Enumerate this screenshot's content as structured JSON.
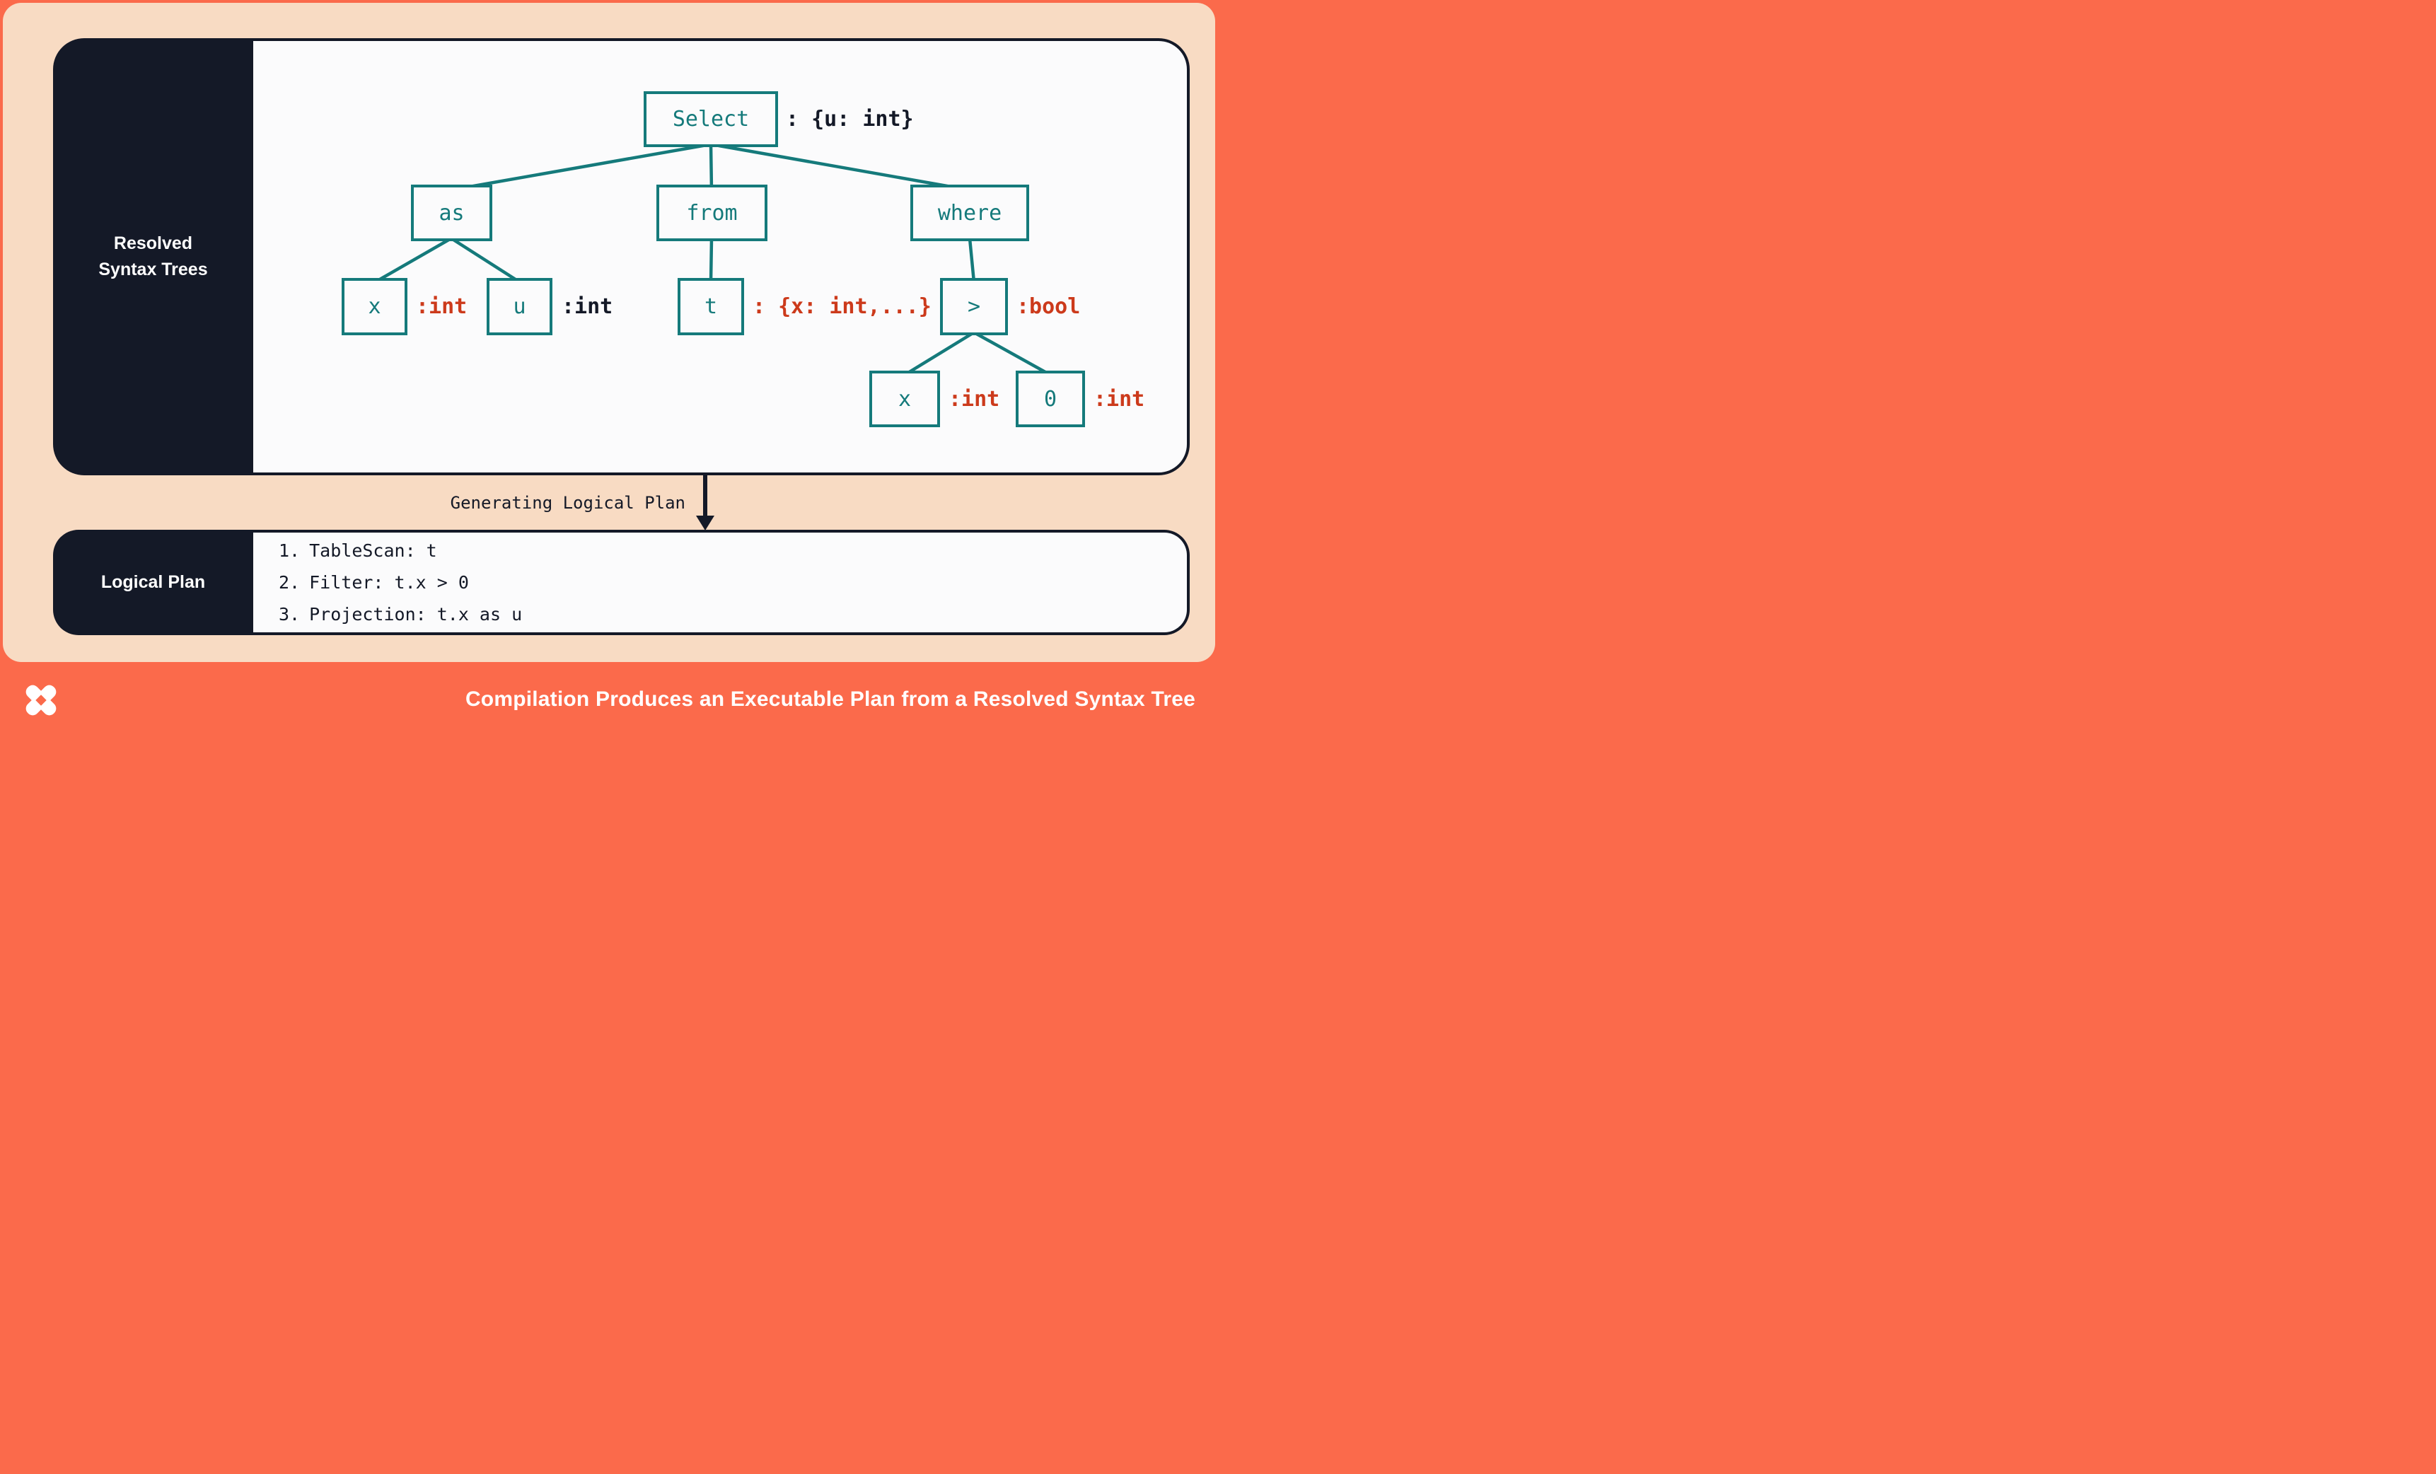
{
  "colors": {
    "orange": "#fb6a4b",
    "peach": "#f8dbc3",
    "dark_navy": "#141927",
    "paper": "#fbfbfc",
    "teal": "#157a7b",
    "red_annotation": "#cc3a1b"
  },
  "resolved_panel": {
    "label_line1": "Resolved",
    "label_line2": "Syntax Trees"
  },
  "tree": {
    "nodes": [
      {
        "id": "select",
        "label": "Select",
        "type": ": {u: int}",
        "type_color": "dark"
      },
      {
        "id": "as",
        "label": "as",
        "type": "",
        "type_color": ""
      },
      {
        "id": "from",
        "label": "from",
        "type": "",
        "type_color": ""
      },
      {
        "id": "where",
        "label": "where",
        "type": "",
        "type_color": ""
      },
      {
        "id": "x1",
        "label": "x",
        "type": ":int",
        "type_color": "red"
      },
      {
        "id": "u",
        "label": "u",
        "type": ":int",
        "type_color": "dark"
      },
      {
        "id": "t",
        "label": "t",
        "type": ": {x: int,...}",
        "type_color": "red"
      },
      {
        "id": "gt",
        "label": ">",
        "type": ":bool",
        "type_color": "red"
      },
      {
        "id": "x2",
        "label": "x",
        "type": ":int",
        "type_color": "red"
      },
      {
        "id": "zero",
        "label": "0",
        "type": ":int",
        "type_color": "red"
      }
    ],
    "edges": [
      "Select-as",
      "Select-from",
      "Select-where",
      "as-x1",
      "as-u",
      "from-t",
      "where-gt",
      "gt-x2",
      "gt-zero"
    ]
  },
  "transition": {
    "label": "Generating Logical Plan"
  },
  "logical_panel": {
    "label": "Logical Plan",
    "steps": [
      {
        "num": "1.",
        "text": "TableScan: t"
      },
      {
        "num": "2.",
        "text": "Filter: t.x > 0"
      },
      {
        "num": "3.",
        "text": "Projection: t.x as u"
      }
    ]
  },
  "footer": {
    "title": "Compilation Produces an Executable Plan from a Resolved Syntax Tree",
    "logo": "dolt-logo"
  }
}
